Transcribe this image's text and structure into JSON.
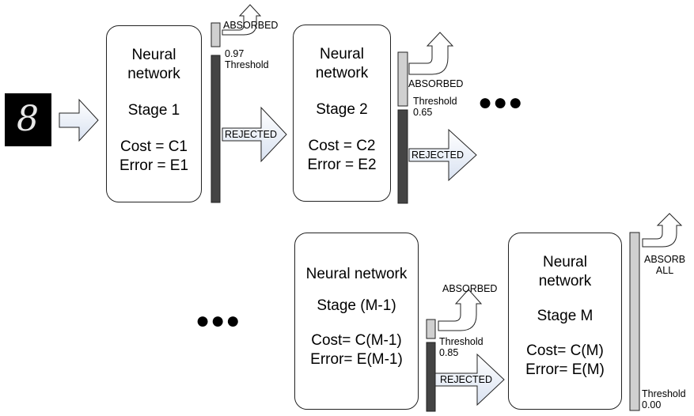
{
  "input": {
    "digit": "8"
  },
  "stages": [
    {
      "title_lines": [
        "Neural",
        "network"
      ],
      "stage": "Stage 1",
      "cost": "Cost = C1",
      "error": "Error = E1",
      "absorbed": "ABSORBED",
      "threshold_label": "Threshold",
      "threshold_value": "0.97",
      "rejected": "REJECTED"
    },
    {
      "title_lines": [
        "Neural",
        "network"
      ],
      "stage": "Stage 2",
      "cost": "Cost = C2",
      "error": "Error = E2",
      "absorbed": "ABSORBED",
      "threshold_label": "Threshold",
      "threshold_value": "0.65",
      "rejected": "REJECTED"
    },
    {
      "title_lines": [
        "Neural network"
      ],
      "stage": "Stage (M-1)",
      "cost": "Cost= C(M-1)",
      "error": "Error= E(M-1)",
      "absorbed": "ABSORBED",
      "threshold_label": "Threshold",
      "threshold_value": "0.85",
      "rejected": "REJECTED"
    },
    {
      "title_lines": [
        "Neural",
        "network"
      ],
      "stage": "Stage M",
      "cost": "Cost= C(M)",
      "error": "Error= E(M)",
      "absorbed": "ABSORB\nALL",
      "threshold_label": "Threshold",
      "threshold_value": "0.00"
    }
  ],
  "ellipsis": "●●●",
  "colors": {
    "bar_light": "#d0d0d0",
    "bar_dark": "#444444",
    "arrow_fill": "#e6ecf6",
    "outline": "#222222"
  }
}
